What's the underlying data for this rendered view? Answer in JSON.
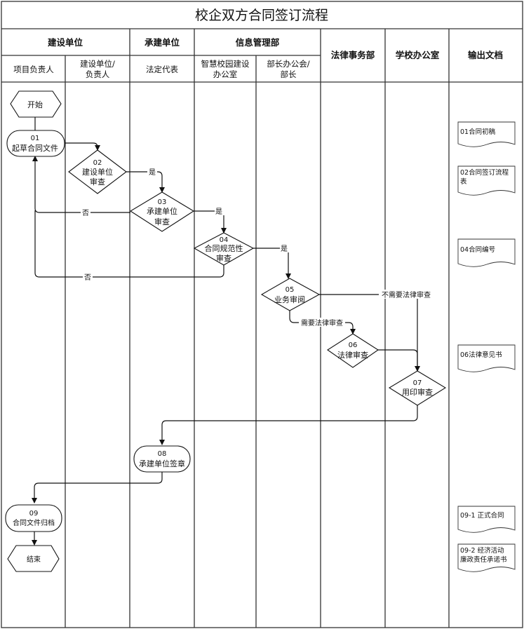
{
  "title": "校企双方合同签订流程",
  "header": {
    "groups": [
      {
        "label": "建设单位"
      },
      {
        "label": "承建单位"
      },
      {
        "label": "信息管理部"
      },
      {
        "label": "法律事务部"
      },
      {
        "label": "学校办公室"
      },
      {
        "label": "输出文档"
      }
    ],
    "lanes": [
      {
        "line1": "项目负责人",
        "line2": ""
      },
      {
        "line1": "建设单位/",
        "line2": "负责人"
      },
      {
        "line1": "法定代表",
        "line2": ""
      },
      {
        "line1": "智慧校园建设",
        "line2": "办公室"
      },
      {
        "line1": "部长办公会/",
        "line2": "部长"
      }
    ]
  },
  "nodes": {
    "start": {
      "label": "开始"
    },
    "n01": {
      "num": "01",
      "label": "起草合同文件"
    },
    "n02": {
      "num": "02",
      "line1": "建设单位",
      "line2": "审查"
    },
    "n03": {
      "num": "03",
      "line1": "承建单位",
      "line2": "审查"
    },
    "n04": {
      "num": "04",
      "line1": "合同规范性",
      "line2": "审查"
    },
    "n05": {
      "num": "05",
      "label": "业务审阅"
    },
    "n06": {
      "num": "06",
      "label": "法律审查"
    },
    "n07": {
      "num": "07",
      "label": "用印审查"
    },
    "n08": {
      "num": "08",
      "label": "承建单位签章"
    },
    "n09": {
      "num": "09",
      "label": "合同文件归档"
    },
    "end": {
      "label": "结束"
    }
  },
  "edge_labels": {
    "yes1": "是",
    "yes2": "是",
    "yes3": "是",
    "no1": "否",
    "no2": "否",
    "no_legal": "不需要法律审查",
    "need_legal": "需要法律审查"
  },
  "documents": [
    {
      "line1": "01合同初稿",
      "line2": ""
    },
    {
      "line1": "02合同签订流程",
      "line2": "表"
    },
    {
      "line1": "04合同编号",
      "line2": ""
    },
    {
      "line1": "06法律意见书",
      "line2": ""
    },
    {
      "line1": "09-1  正式合同",
      "line2": ""
    },
    {
      "line1": "09-2  经济活动",
      "line2": "廉政责任承诺书"
    }
  ]
}
